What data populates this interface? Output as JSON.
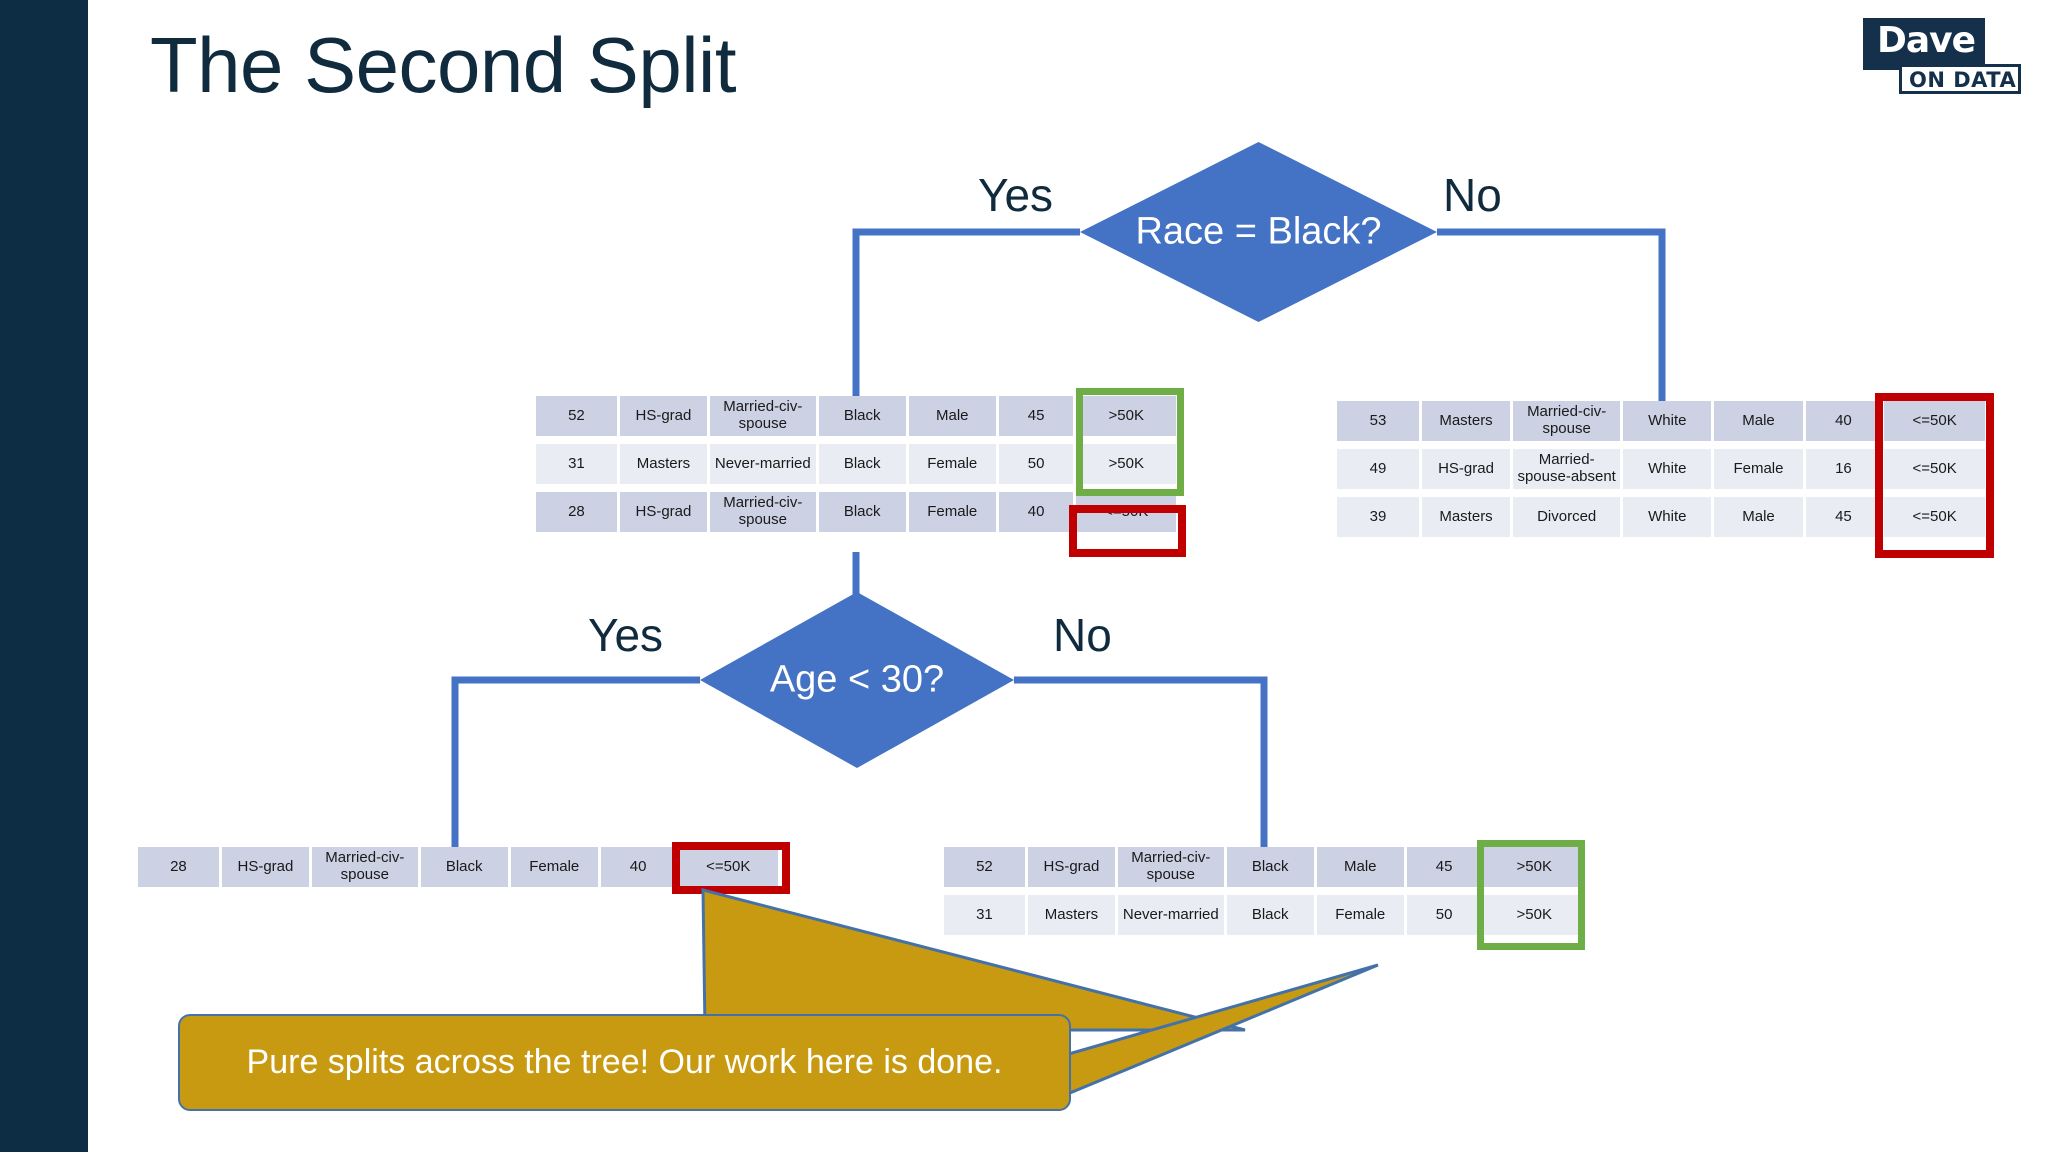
{
  "page_title": "The Second Split",
  "logo": {
    "top": "Dave",
    "bottom": "ON DATA"
  },
  "colors": {
    "rail": "#0c2d44",
    "title": "#0f2b3d",
    "diamond": "#4472c4",
    "connector": "#4472c4",
    "highlight_green": "#6fad46",
    "highlight_red": "#c00000",
    "callout_fill": "#c89a12",
    "callout_border": "#4472a8",
    "row_shade_a": "#ccd1e4",
    "row_shade_b": "#eaecf4"
  },
  "nodes": {
    "root": {
      "label": "Race = Black?",
      "yes": "Yes",
      "no": "No"
    },
    "second": {
      "label": "Age < 30?",
      "yes": "Yes",
      "no": "No"
    }
  },
  "tables": {
    "race_yes": {
      "rows": [
        {
          "shade": "a",
          "cells": [
            "52",
            "HS-grad",
            "Married-civ-spouse",
            "Black",
            "Male",
            "45",
            ">50K"
          ]
        },
        {
          "shade": "b",
          "cells": [
            "31",
            "Masters",
            "Never-married",
            "Black",
            "Female",
            "50",
            ">50K"
          ]
        },
        {
          "shade": "a",
          "cells": [
            "28",
            "HS-grad",
            "Married-civ-spouse",
            "Black",
            "Female",
            "40",
            "<=50K"
          ]
        }
      ]
    },
    "race_no": {
      "rows": [
        {
          "shade": "a",
          "cells": [
            "53",
            "Masters",
            "Married-civ-spouse",
            "White",
            "Male",
            "40",
            "<=50K"
          ]
        },
        {
          "shade": "b",
          "cells": [
            "49",
            "HS-grad",
            "Married-spouse-absent",
            "White",
            "Female",
            "16",
            "<=50K"
          ]
        },
        {
          "shade": "b",
          "cells": [
            "39",
            "Masters",
            "Divorced",
            "White",
            "Male",
            "45",
            "<=50K"
          ]
        }
      ]
    },
    "age_yes": {
      "rows": [
        {
          "shade": "a",
          "cells": [
            "28",
            "HS-grad",
            "Married-civ-spouse",
            "Black",
            "Female",
            "40",
            "<=50K"
          ]
        }
      ]
    },
    "age_no": {
      "rows": [
        {
          "shade": "a",
          "cells": [
            "52",
            "HS-grad",
            "Married-civ-spouse",
            "Black",
            "Male",
            "45",
            ">50K"
          ]
        },
        {
          "shade": "b",
          "cells": [
            "31",
            "Masters",
            "Never-married",
            "Black",
            "Female",
            "50",
            ">50K"
          ]
        }
      ]
    }
  },
  "callout": {
    "text": "Pure splits across the tree! Our work here is done."
  }
}
